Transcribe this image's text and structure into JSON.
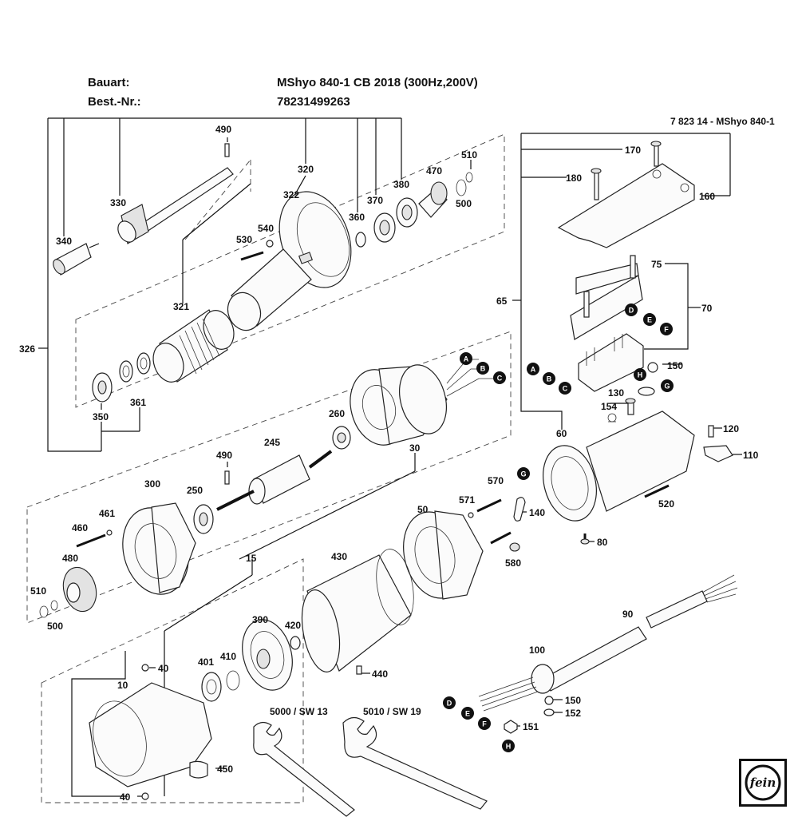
{
  "header": {
    "bauart_label": "Bauart:",
    "bauart_value": "MShyo 840-1 CB 2018 (300Hz,200V)",
    "bestnr_label": "Best.-Nr.:",
    "bestnr_value": "78231499263",
    "drawing_ref": "7 823 14 - MShyo 840-1"
  },
  "part_labels": {
    "p490a": "490",
    "p320": "320",
    "p322": "322",
    "p330": "330",
    "p340": "340",
    "p540": "540",
    "p530": "530",
    "p360": "360",
    "p370": "370",
    "p380": "380",
    "p470": "470",
    "p510a": "510",
    "p500a": "500",
    "p321": "321",
    "p326": "326",
    "p350": "350",
    "p361": "361",
    "p170": "170",
    "p180": "180",
    "p160": "160",
    "p75": "75",
    "p70": "70",
    "p65": "65",
    "p150a": "150",
    "p130": "130",
    "p154": "154",
    "p120": "120",
    "p110": "110",
    "p60": "60",
    "p520": "520",
    "p260": "260",
    "p245": "245",
    "p490b": "490",
    "p30": "30",
    "p300": "300",
    "p250": "250",
    "p461": "461",
    "p460": "460",
    "p480": "480",
    "p510b": "510",
    "p500b": "500",
    "p570": "570",
    "p571": "571",
    "p140": "140",
    "p50": "50",
    "p580": "580",
    "p80": "80",
    "p15": "15",
    "p430": "430",
    "p390": "390",
    "p420": "420",
    "p401": "401",
    "p410": "410",
    "p40a": "40",
    "p10": "10",
    "p440": "440",
    "p450": "450",
    "p40b": "40",
    "p5000": "5000 / SW 13",
    "p5010": "5010 / SW 19",
    "p90": "90",
    "p100": "100",
    "p150b": "150",
    "p152": "152",
    "p151": "151"
  },
  "terminal_markers": {
    "A": "A",
    "B": "B",
    "C": "C",
    "D": "D",
    "E": "E",
    "F": "F",
    "G": "G",
    "H": "H"
  },
  "logo_text": "fein"
}
